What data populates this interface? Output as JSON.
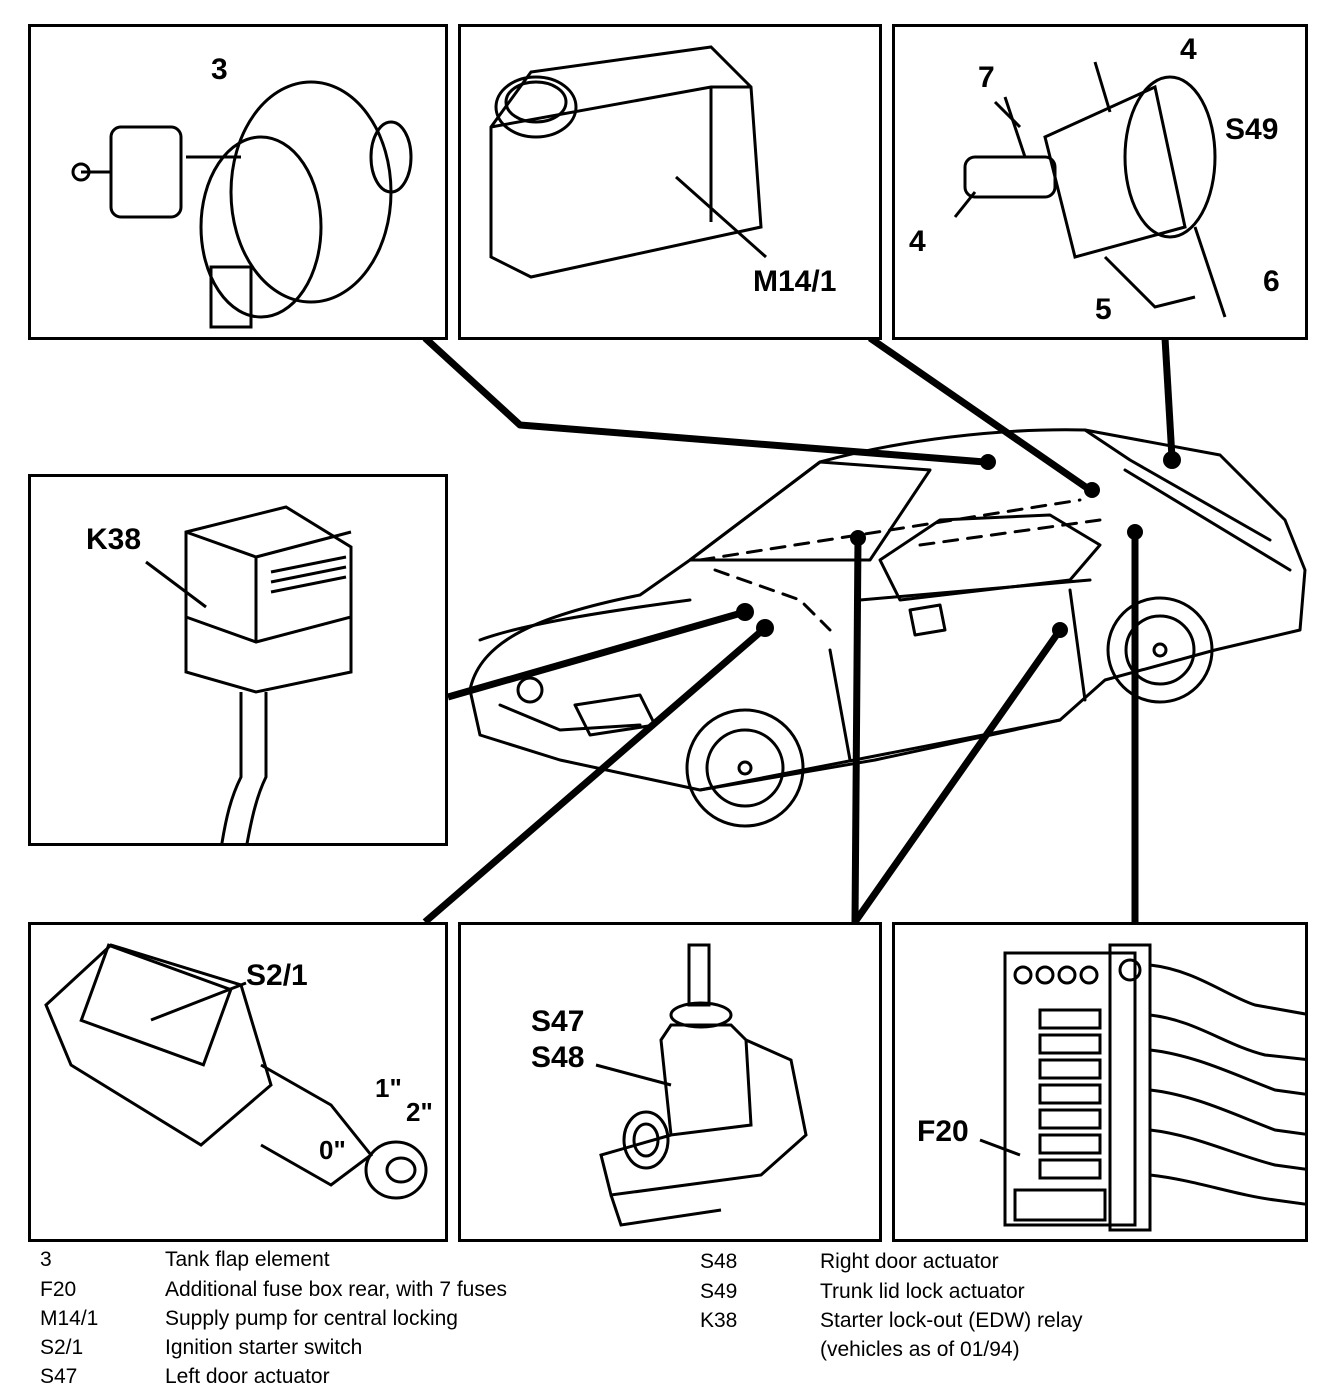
{
  "panels": {
    "tank_flap": {
      "labels": [
        "3"
      ]
    },
    "supply_pump": {
      "labels": [
        "M14/1"
      ]
    },
    "trunk_lock": {
      "labels": [
        "7",
        "4",
        "S49",
        "4",
        "5",
        "6"
      ]
    },
    "relay": {
      "labels": [
        "K38"
      ]
    },
    "ignition": {
      "labels": [
        "S2/1",
        "1\"",
        "2\"",
        "0\""
      ]
    },
    "door_actuator": {
      "labels": [
        "S47",
        "S48"
      ]
    },
    "fuse_box": {
      "labels": [
        "F20"
      ]
    }
  },
  "legend": {
    "left": [
      {
        "code": "3",
        "desc": "Tank flap element"
      },
      {
        "code": "F20",
        "desc": "Additional fuse box rear, with 7 fuses"
      },
      {
        "code": "M14/1",
        "desc": "Supply pump for central locking"
      },
      {
        "code": "S2/1",
        "desc": "Ignition starter switch"
      },
      {
        "code": "S47",
        "desc": "Left door actuator"
      }
    ],
    "right": [
      {
        "code": "S48",
        "desc": "Right door actuator"
      },
      {
        "code": "S49",
        "desc": "Trunk lid lock actuator"
      },
      {
        "code": "K38",
        "desc": "Starter lock-out (EDW) relay"
      },
      {
        "code": "",
        "desc": "(vehicles as of 01/94)"
      }
    ]
  }
}
